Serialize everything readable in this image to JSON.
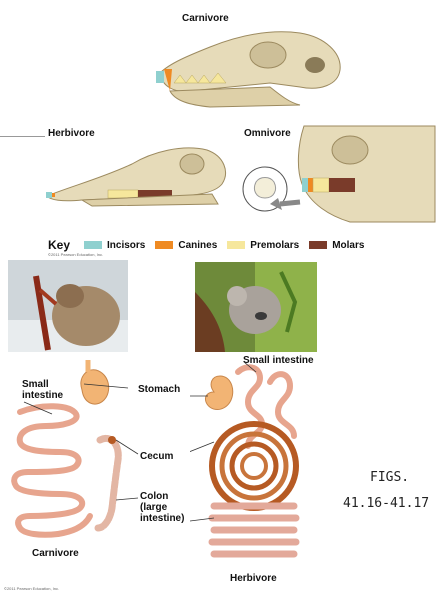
{
  "skulls": {
    "carnivore": "Carnivore",
    "herbivore": "Herbivore",
    "omnivore": "Omnivore"
  },
  "key": {
    "title": "Key",
    "items": [
      {
        "label": "Incisors",
        "color": "#8fd0cf"
      },
      {
        "label": "Canines",
        "color": "#ef8a22"
      },
      {
        "label": "Premolars",
        "color": "#f6e79c"
      },
      {
        "label": "Molars",
        "color": "#7a3b2a"
      }
    ],
    "copyright": "©2011 Pearson Education, Inc."
  },
  "digestive": {
    "small_intestine_left": "Small\nintestine",
    "stomach": "Stomach",
    "cecum": "Cecum",
    "colon": "Colon\n(large\nintestine)",
    "small_intestine_right": "Small intestine",
    "carnivore": "Carnivore",
    "herbivore": "Herbivore"
  },
  "figs": {
    "line1": "FIGS.",
    "line2": "41.16-41.17"
  },
  "copyright_bottom": "©2011 Pearson Education, Inc.",
  "colors": {
    "bone": "#e6dbb9",
    "bone_dark": "#b9a77c",
    "intestine": "#e7a58e",
    "intestine_dark": "#c97a63",
    "stomach": "#f2b474",
    "cecum": "#b65a23"
  }
}
